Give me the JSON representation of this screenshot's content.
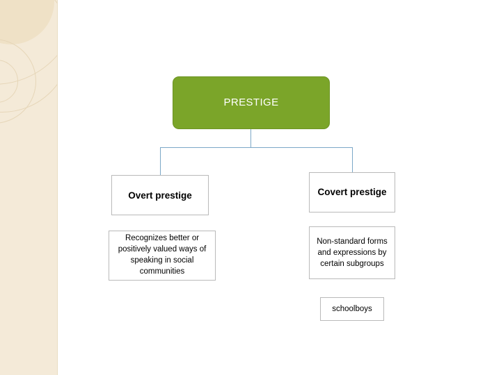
{
  "slide": {
    "background_color": "#ffffff",
    "sidebar_color": "#f4ead8"
  },
  "diagram": {
    "type": "hierarchy",
    "root": {
      "id": "prestige",
      "label": "PRESTIGE",
      "fill": "#7ba529",
      "text_color": "#ffffff"
    },
    "branches": [
      {
        "id": "overt",
        "label": "Overt prestige",
        "fill": "#ffffff",
        "border": "#b9b9b9",
        "children": [
          {
            "id": "overt-desc",
            "label": "Recognizes better or positively valued ways of speaking in social communities"
          }
        ]
      },
      {
        "id": "covert",
        "label": "Covert prestige",
        "fill": "#ffffff",
        "border": "#b9b9b9",
        "children": [
          {
            "id": "covert-desc",
            "label": "Non-standard forms and expressions by certain subgroups"
          },
          {
            "id": "schoolboys",
            "label": "schoolboys"
          }
        ]
      }
    ],
    "connector_color": "#7ba7c7"
  }
}
